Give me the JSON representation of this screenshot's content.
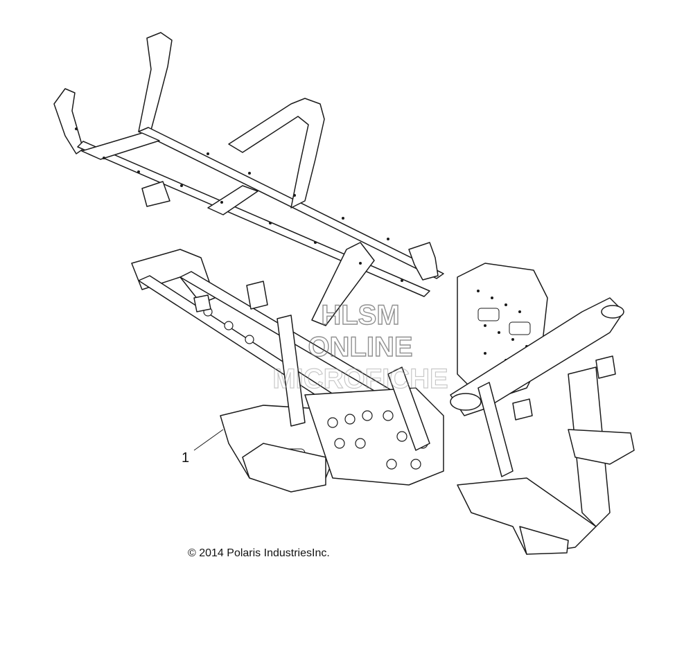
{
  "diagram": {
    "callouts": [
      {
        "label": "1"
      }
    ],
    "copyright": "© 2014 Polaris IndustriesInc.",
    "watermark": {
      "lines": [
        "HLSM",
        "ONLINE",
        "MICROFICHE"
      ]
    },
    "colors": {
      "line": "#1a1a1a",
      "background": "#ffffff",
      "watermark": "#6b6b6b"
    }
  }
}
